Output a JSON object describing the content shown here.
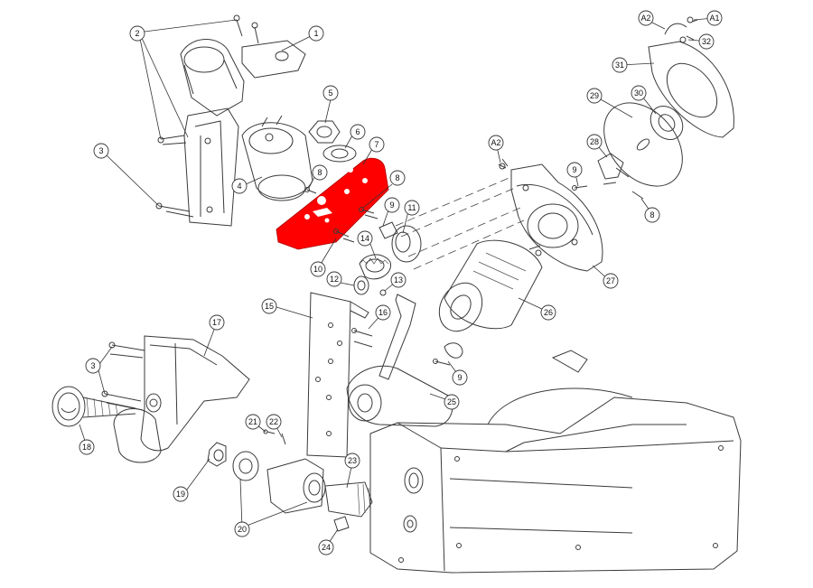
{
  "highlight_color": "#ff0000",
  "callouts": [
    {
      "id": "1",
      "label": "1"
    },
    {
      "id": "2",
      "label": "2"
    },
    {
      "id": "3a",
      "label": "3"
    },
    {
      "id": "4",
      "label": "4"
    },
    {
      "id": "5",
      "label": "5"
    },
    {
      "id": "6",
      "label": "6"
    },
    {
      "id": "7",
      "label": "7"
    },
    {
      "id": "8a",
      "label": "8"
    },
    {
      "id": "8b",
      "label": "8"
    },
    {
      "id": "9a",
      "label": "9"
    },
    {
      "id": "10",
      "label": "10"
    },
    {
      "id": "11",
      "label": "11"
    },
    {
      "id": "12",
      "label": "12"
    },
    {
      "id": "13",
      "label": "13"
    },
    {
      "id": "14",
      "label": "14"
    },
    {
      "id": "15",
      "label": "15"
    },
    {
      "id": "16",
      "label": "16"
    },
    {
      "id": "17",
      "label": "17"
    },
    {
      "id": "3b",
      "label": "3"
    },
    {
      "id": "18",
      "label": "18"
    },
    {
      "id": "19",
      "label": "19"
    },
    {
      "id": "20",
      "label": "20"
    },
    {
      "id": "21",
      "label": "21"
    },
    {
      "id": "22",
      "label": "22"
    },
    {
      "id": "23",
      "label": "23"
    },
    {
      "id": "24",
      "label": "24"
    },
    {
      "id": "25",
      "label": "25"
    },
    {
      "id": "26",
      "label": "26"
    },
    {
      "id": "9b",
      "label": "9"
    },
    {
      "id": "27",
      "label": "27"
    },
    {
      "id": "9c",
      "label": "9"
    },
    {
      "id": "8c",
      "label": "8"
    },
    {
      "id": "28",
      "label": "28"
    },
    {
      "id": "29",
      "label": "29"
    },
    {
      "id": "30",
      "label": "30"
    },
    {
      "id": "31",
      "label": "31"
    },
    {
      "id": "32",
      "label": "32"
    },
    {
      "id": "A2a",
      "label": "A2"
    },
    {
      "id": "A1",
      "label": "A1"
    },
    {
      "id": "A2b",
      "label": "A2"
    }
  ]
}
